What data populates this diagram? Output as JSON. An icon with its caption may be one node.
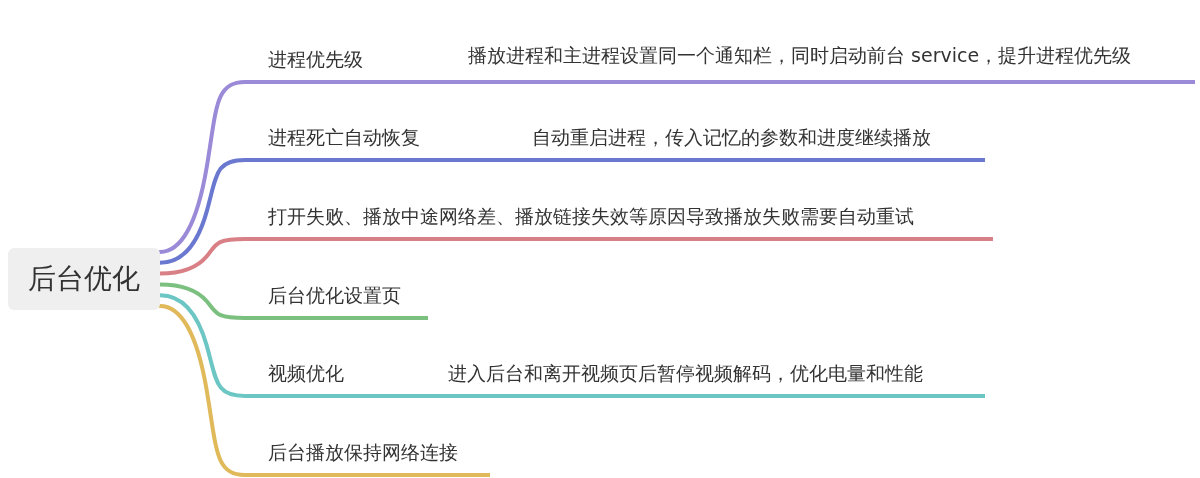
{
  "diagram": {
    "nodes": [
      {
        "text": [
          "后台优化"
        ]
      },
      {
        "text": [
          "进程优先级"
        ]
      },
      {
        "text": [
          "播放进程和主进程设置同一个通知栏，同时启动前台 service，提升进程优先级"
        ]
      },
      {
        "text": [
          "进程死亡自动恢复"
        ]
      },
      {
        "text": [
          "自动重启进程，传入记忆的参数和进度继续播放"
        ]
      },
      {
        "text": [
          "打开失败、播放中途网络差、播放链接失效等原因导致播放失败需要自动重试"
        ]
      },
      {
        "text": [
          "后台优化设置页"
        ]
      },
      {
        "text": [
          "视频优化"
        ]
      },
      {
        "text": [
          "进入后台和离开视频页后暂停视频解码，优化电量和性能"
        ]
      },
      {
        "text": [
          "后台播放保持网络连接"
        ]
      }
    ],
    "edges": [
      {
        "from": 0,
        "to": 1,
        "arrow": "none",
        "color": "#9b8ad8"
      },
      {
        "from": 1,
        "to": 2,
        "arrow": "none",
        "color": "#9b8ad8"
      },
      {
        "from": 0,
        "to": 3,
        "arrow": "none",
        "color": "#6a78d0"
      },
      {
        "from": 3,
        "to": 4,
        "arrow": "none",
        "color": "#6a78d0"
      },
      {
        "from": 0,
        "to": 5,
        "arrow": "none",
        "color": "#d97f86"
      },
      {
        "from": 0,
        "to": 6,
        "arrow": "none",
        "color": "#7cc07f"
      },
      {
        "from": 0,
        "to": 7,
        "arrow": "none",
        "color": "#6cc6c4"
      },
      {
        "from": 7,
        "to": 8,
        "arrow": "none",
        "color": "#6cc6c4"
      },
      {
        "from": 0,
        "to": 9,
        "arrow": "none",
        "color": "#e0b95a"
      }
    ]
  }
}
